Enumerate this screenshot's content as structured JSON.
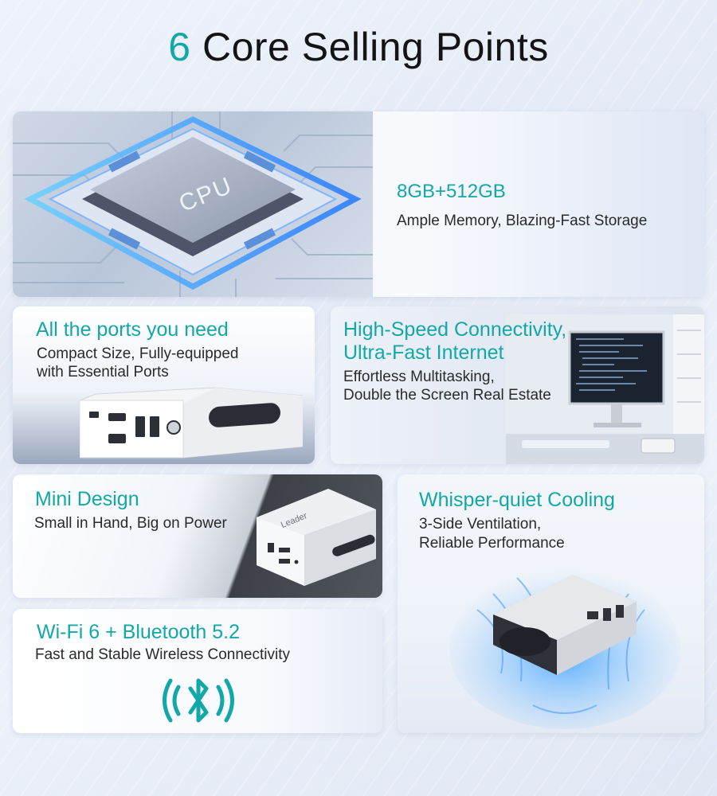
{
  "page": {
    "title_number": "6",
    "title_rest": " Core Selling Points"
  },
  "colors": {
    "accent": "#13a8a8",
    "text": "#2a2a2a"
  },
  "cards": {
    "cpu": {
      "chip_label": "CPU",
      "title": "8GB+512GB",
      "text": "Ample Memory, Blazing-Fast Storage"
    },
    "ports": {
      "title": "All the ports you need",
      "text_line1": "Compact Size, Fully-equipped",
      "text_line2": "with Essential Ports"
    },
    "connectivity": {
      "title_line1": "High-Speed Connectivity,",
      "title_line2": "Ultra-Fast Internet",
      "text_line1": "Effortless Multitasking,",
      "text_line2": "Double the Screen Real Estate"
    },
    "mini": {
      "title": "Mini Design",
      "text": "Small in Hand, Big on Power",
      "brand": "Leader"
    },
    "cooling": {
      "title": "Whisper-quiet Cooling",
      "text_line1": "3-Side Ventilation,",
      "text_line2": "Reliable Performance"
    },
    "wifi": {
      "title": "Wi-Fi 6 + Bluetooth 5.2",
      "text": "Fast and Stable Wireless Connectivity",
      "icon": "bluetooth-icon"
    }
  }
}
